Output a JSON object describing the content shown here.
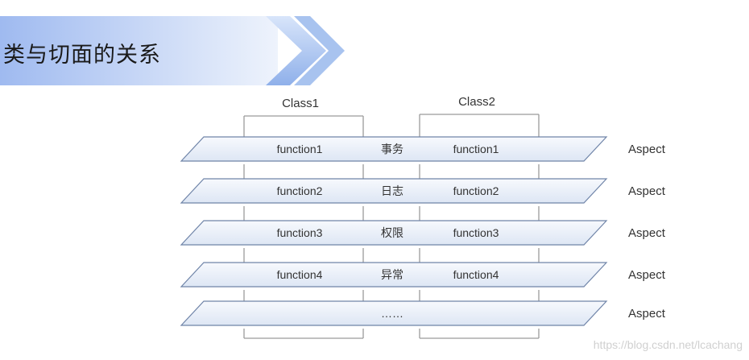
{
  "title": "类与切面的关系",
  "classes": [
    "Class1",
    "Class2"
  ],
  "layers": [
    {
      "left": "function1",
      "center": "事务",
      "right": "function1",
      "aspect": "Aspect"
    },
    {
      "left": "function2",
      "center": "日志",
      "right": "function2",
      "aspect": "Aspect"
    },
    {
      "left": "function3",
      "center": "权限",
      "right": "function3",
      "aspect": "Aspect"
    },
    {
      "left": "function4",
      "center": "异常",
      "right": "function4",
      "aspect": "Aspect"
    },
    {
      "left": "",
      "center": "……",
      "right": "",
      "aspect": "Aspect"
    }
  ],
  "watermark": "https://blog.csdn.net/lcachang",
  "colors": {
    "banner_light": "#e6eefb",
    "banner_dark": "#a9c3ee",
    "plane_fill_top": "#f7f9fd",
    "plane_fill_bottom": "#dde6f4",
    "plane_stroke": "#6f84a8",
    "bracket": "#9a9a9a"
  }
}
